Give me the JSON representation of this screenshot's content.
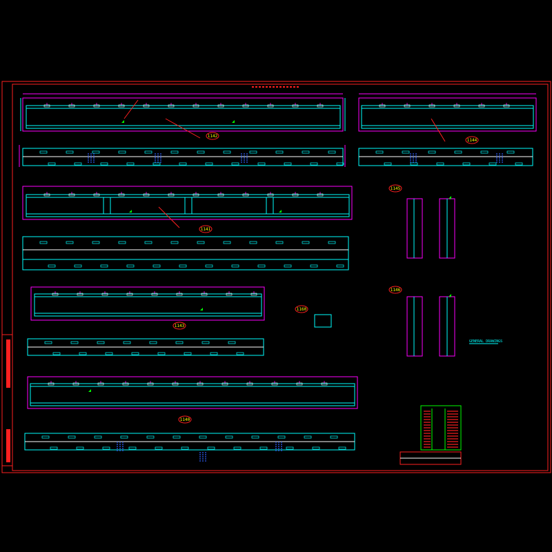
{
  "sheet": {
    "background": "#000000",
    "colors": {
      "frame": "#ff2020",
      "outline": "#ff00ff",
      "member": "#00ffff",
      "dim_text": "#ffff00",
      "note_text": "#00ff00",
      "bolt": "#3060ff",
      "white": "#ffffff"
    }
  },
  "views": {
    "g1": {
      "tag": "1142"
    },
    "g2": {
      "tag": "1144"
    },
    "g3": {
      "tag": "1141"
    },
    "g4": {
      "tag": "1143"
    },
    "g5": {
      "tag": "1140"
    }
  },
  "details": {
    "d1": {
      "tag": "1145"
    },
    "d2": {
      "tag": "1146"
    },
    "d3": {
      "tag": "1160"
    }
  },
  "notes": {
    "heading": "GENERAL DRAWINGS"
  }
}
